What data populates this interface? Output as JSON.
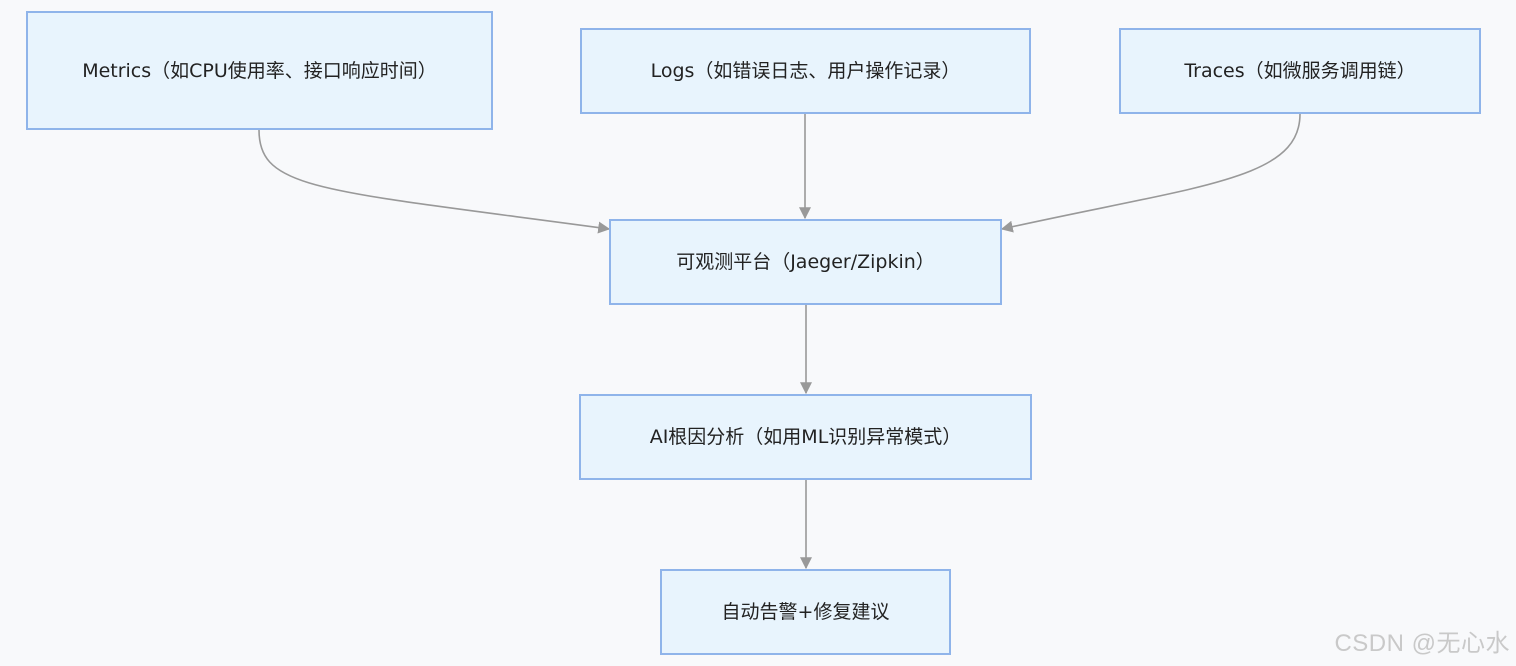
{
  "diagram": {
    "nodes": {
      "metrics": "Metrics（如CPU使用率、接口响应时间）",
      "logs": "Logs（如错误日志、用户操作记录）",
      "traces": "Traces（如微服务调用链）",
      "platform": "可观测平台（Jaeger/Zipkin）",
      "ai": "AI根因分析（如用ML识别异常模式）",
      "alert": "自动告警+修复建议"
    },
    "edges": [
      {
        "from": "metrics",
        "to": "platform"
      },
      {
        "from": "logs",
        "to": "platform"
      },
      {
        "from": "traces",
        "to": "platform"
      },
      {
        "from": "platform",
        "to": "ai"
      },
      {
        "from": "ai",
        "to": "alert"
      }
    ],
    "colors": {
      "node_fill": "#e8f4fd",
      "node_border": "#8fb4ea",
      "edge": "#999999",
      "background": "#f8f9fb"
    }
  },
  "watermark": "CSDN @无心水"
}
